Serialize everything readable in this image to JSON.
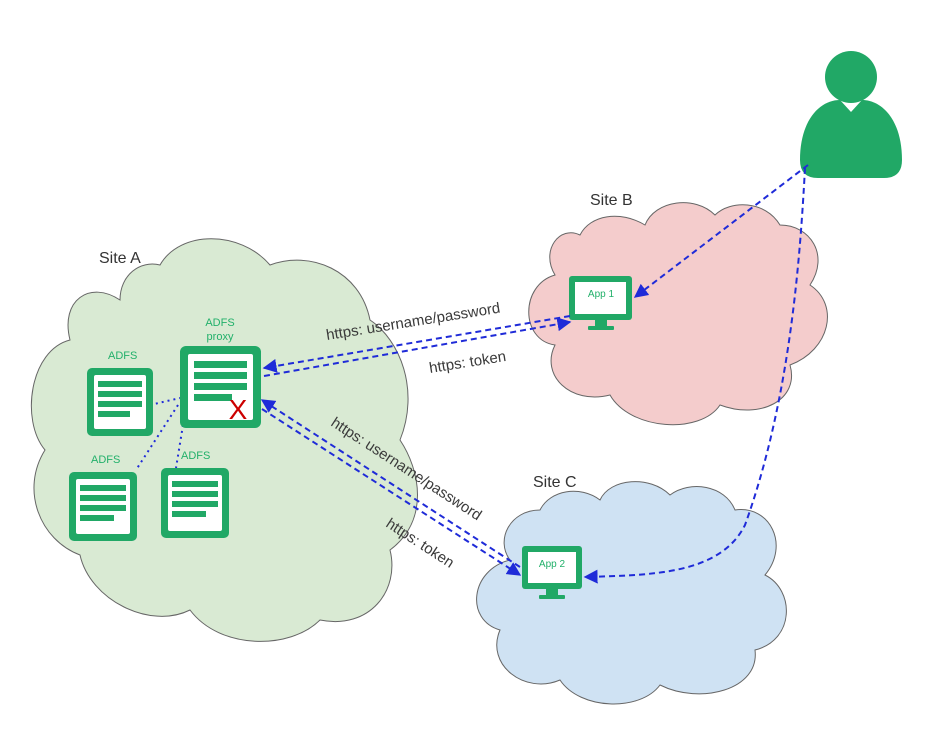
{
  "colors": {
    "accent_green": "#21a866",
    "site_a_fill": "#d9ead3",
    "site_b_fill": "#f4cccc",
    "site_c_fill": "#cfe2f3",
    "cloud_stroke": "#666666",
    "link_blue": "#1f2bd8",
    "failure_red": "#cc0000"
  },
  "sites": {
    "a": "Site A",
    "b": "Site B",
    "c": "Site C"
  },
  "nodes": {
    "adfs_1": "ADFS",
    "adfs_2": "ADFS",
    "adfs_3": "ADFS",
    "proxy_line1": "ADFS",
    "proxy_line2": "proxy",
    "failure_mark": "X",
    "app1": "App 1",
    "app2": "App 2"
  },
  "icons": {
    "user": "user-icon",
    "server": "server-icon",
    "monitor": "monitor-icon"
  },
  "connections": {
    "b_request": "https: username/password",
    "b_response": "https: token",
    "c_request": "https: username/password",
    "c_response": "https: token"
  }
}
